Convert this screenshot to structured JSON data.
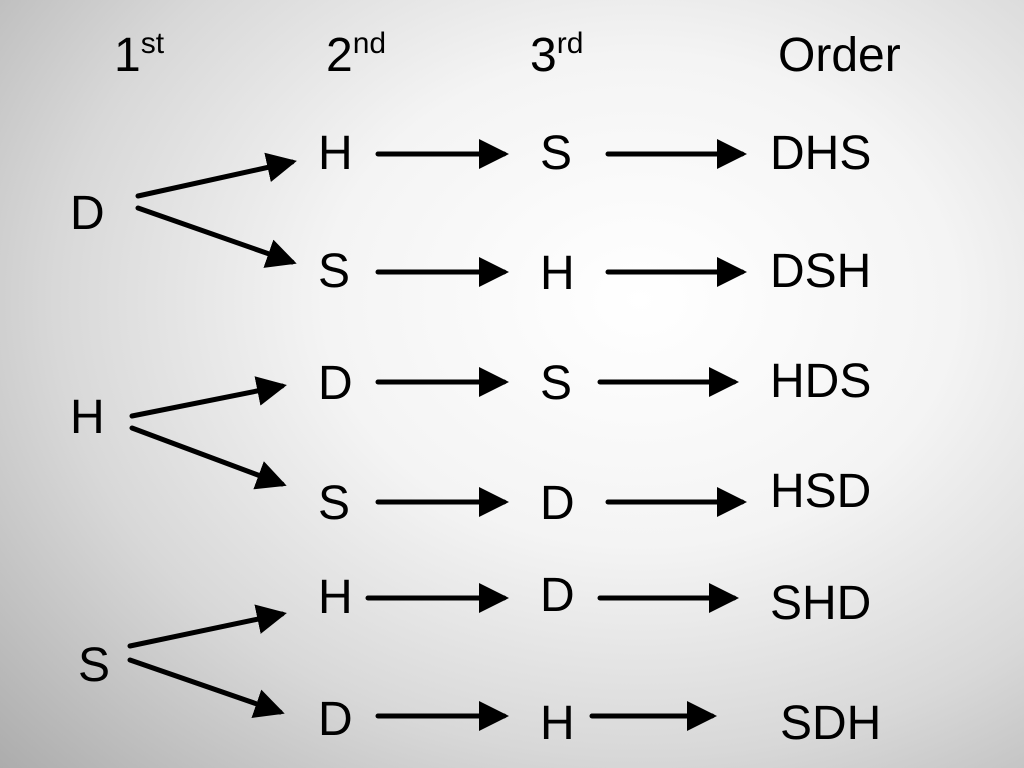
{
  "headers": {
    "first": {
      "num": "1",
      "sup": "st"
    },
    "second": {
      "num": "2",
      "sup": "nd"
    },
    "third": {
      "num": "3",
      "sup": "rd"
    },
    "order": "Order"
  },
  "first_column": [
    "D",
    "H",
    "S"
  ],
  "rows": [
    {
      "second": "H",
      "third": "S",
      "order": "DHS"
    },
    {
      "second": "S",
      "third": "H",
      "order": "DSH"
    },
    {
      "second": "D",
      "third": "S",
      "order": "HDS"
    },
    {
      "second": "S",
      "third": "D",
      "order": "HSD"
    },
    {
      "second": "H",
      "third": "D",
      "order": "SHD"
    },
    {
      "second": "D",
      "third": "H",
      "order": "SDH"
    }
  ]
}
